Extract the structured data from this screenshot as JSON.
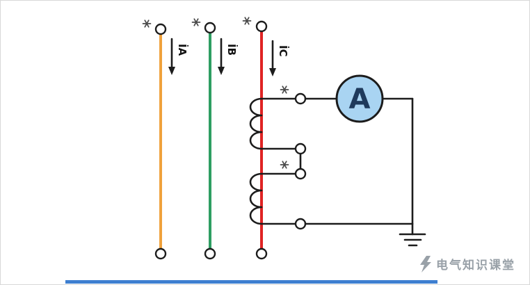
{
  "diagram": {
    "phases": [
      {
        "id": "A",
        "current_label": "İA",
        "color": "#F0A23C"
      },
      {
        "id": "B",
        "current_label": "İB",
        "color": "#2E9E62"
      },
      {
        "id": "C",
        "current_label": "İC",
        "color": "#E02424"
      }
    ],
    "ammeter": {
      "label": "A",
      "fill": "#A9D4F2",
      "text_color": "#1E3A5C"
    },
    "wire_color": "#1C1C1C",
    "icons": {
      "polarity_mark": "six-point-asterisk",
      "ground": "earth-ground-symbol",
      "coil": "transformer-secondary-winding"
    }
  },
  "watermark": {
    "text": "电气知识课堂",
    "color": "#99A1A8"
  },
  "accents": {
    "bottom_bar_color": "#3E7FD0",
    "frame_border_color": "#D8D8D8"
  }
}
